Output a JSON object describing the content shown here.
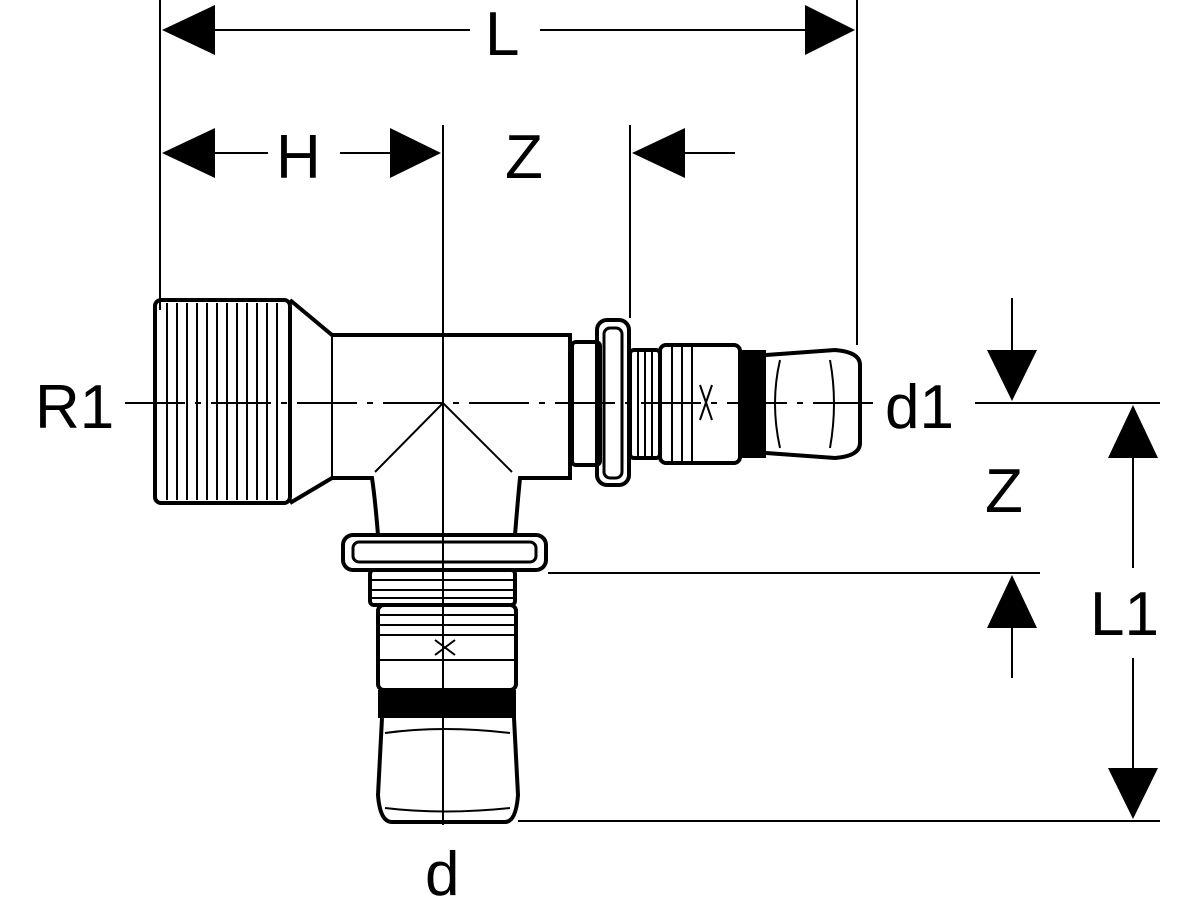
{
  "labels": {
    "L": "L",
    "H": "H",
    "Z_top": "Z",
    "R1": "R1",
    "d1": "d1",
    "Z_right": "Z",
    "L1": "L1",
    "d": "d"
  },
  "colors": {
    "line": "#000000",
    "background": "#ffffff"
  }
}
